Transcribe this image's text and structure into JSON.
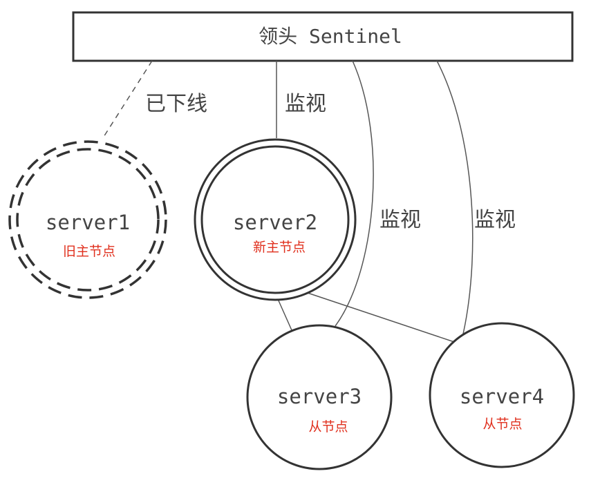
{
  "leader": {
    "label": "领头 Sentinel"
  },
  "edges": {
    "offline_label": "已下线",
    "monitor_label_server2": "监视",
    "monitor_label_server3": "监视",
    "monitor_label_server4": "监视"
  },
  "nodes": [
    {
      "name": "server1",
      "role": "旧主节点",
      "status": "offline"
    },
    {
      "name": "server2",
      "role": "新主节点",
      "status": "master"
    },
    {
      "name": "server3",
      "role": "从节点",
      "status": "slave"
    },
    {
      "name": "server4",
      "role": "从节点",
      "status": "slave"
    }
  ],
  "colors": {
    "stroke": "#333333",
    "line": "#555555",
    "text": "#444444",
    "role_text": "#e0301e"
  }
}
